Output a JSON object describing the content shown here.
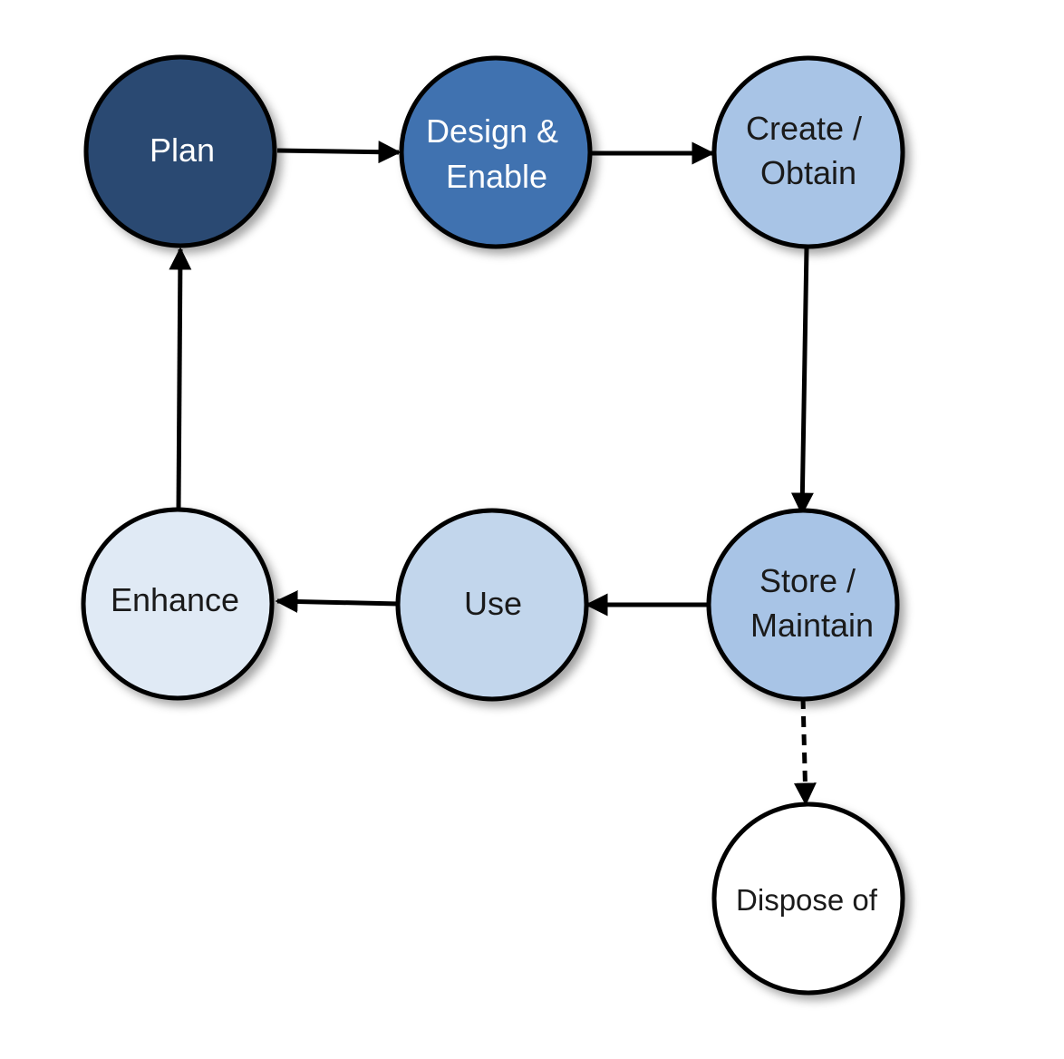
{
  "diagram": {
    "nodes": [
      {
        "id": "plan",
        "label_lines": [
          "Plan"
        ],
        "fill": "#2a4a72",
        "text_color": "#ffffff"
      },
      {
        "id": "design-enable",
        "label_lines": [
          "Design &",
          "Enable"
        ],
        "fill": "#3f72b0",
        "text_color": "#ffffff"
      },
      {
        "id": "create-obtain",
        "label_lines": [
          "Create /",
          "Obtain"
        ],
        "fill": "#a8c4e6",
        "text_color": "#1a1a1a"
      },
      {
        "id": "store-maintain",
        "label_lines": [
          "Store /",
          "Maintain"
        ],
        "fill": "#a8c4e6",
        "text_color": "#1a1a1a"
      },
      {
        "id": "use",
        "label_lines": [
          "Use"
        ],
        "fill": "#c2d6ec",
        "text_color": "#1a1a1a"
      },
      {
        "id": "enhance",
        "label_lines": [
          "Enhance"
        ],
        "fill": "#e0eaf5",
        "text_color": "#1a1a1a"
      },
      {
        "id": "dispose-of",
        "label_lines": [
          "Dispose of"
        ],
        "fill": "#ffffff",
        "text_color": "#1a1a1a"
      }
    ],
    "edges": [
      {
        "from": "plan",
        "to": "design-enable",
        "style": "solid"
      },
      {
        "from": "design-enable",
        "to": "create-obtain",
        "style": "solid"
      },
      {
        "from": "create-obtain",
        "to": "store-maintain",
        "style": "solid"
      },
      {
        "from": "store-maintain",
        "to": "use",
        "style": "solid"
      },
      {
        "from": "use",
        "to": "enhance",
        "style": "solid"
      },
      {
        "from": "enhance",
        "to": "plan",
        "style": "solid"
      },
      {
        "from": "store-maintain",
        "to": "dispose-of",
        "style": "dashed"
      }
    ]
  }
}
